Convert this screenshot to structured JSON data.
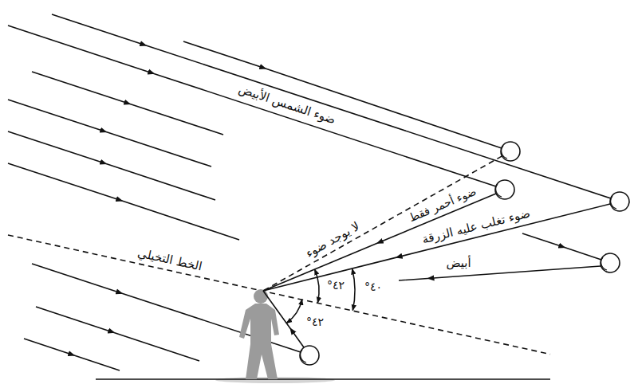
{
  "diagram": {
    "labels": [
      "ضوء الشمس الأبيض",
      "لا يوجد ضوء",
      "ضوء أحمر فقط",
      "ضوء تغلب عليه الزرقة",
      "أبيض",
      "الخط التخيلي",
      "٤٢°",
      "٤٠°",
      "٤٢°"
    ]
  }
}
